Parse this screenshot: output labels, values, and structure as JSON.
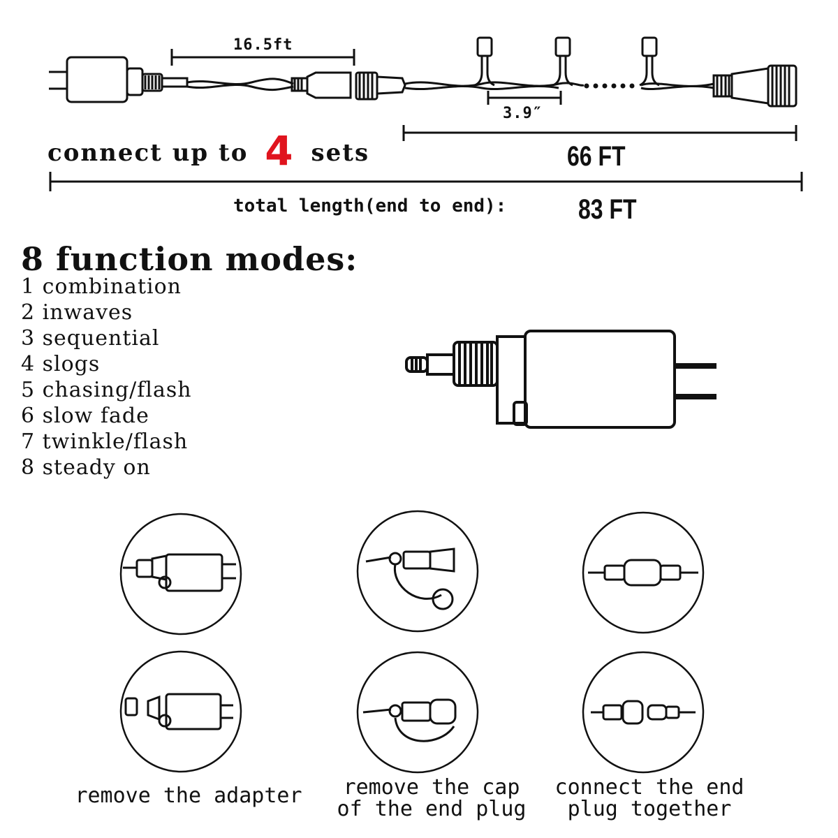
{
  "dimensions": {
    "lead_length": "16.5ft",
    "bulb_spacing": "3.9″",
    "lit_length": "66 FT",
    "total_label": "total length(end to end):",
    "total_value": "83 FT"
  },
  "connect": {
    "prefix": "connect up to",
    "number": "4",
    "suffix": "sets",
    "number_color": "#e0141e"
  },
  "modes": {
    "title": "8 function modes:",
    "items": [
      "1 combination",
      "2 inwaves",
      "3 sequential",
      "4 slogs",
      "5 chasing/flash",
      "6 slow fade",
      "7 twinkle/flash",
      "8 steady on"
    ]
  },
  "steps": [
    {
      "caption_line1": "remove the adapter",
      "caption_line2": ""
    },
    {
      "caption_line1": "remove the cap",
      "caption_line2": "of the end plug"
    },
    {
      "caption_line1": "connect the end",
      "caption_line2": "plug together"
    }
  ]
}
